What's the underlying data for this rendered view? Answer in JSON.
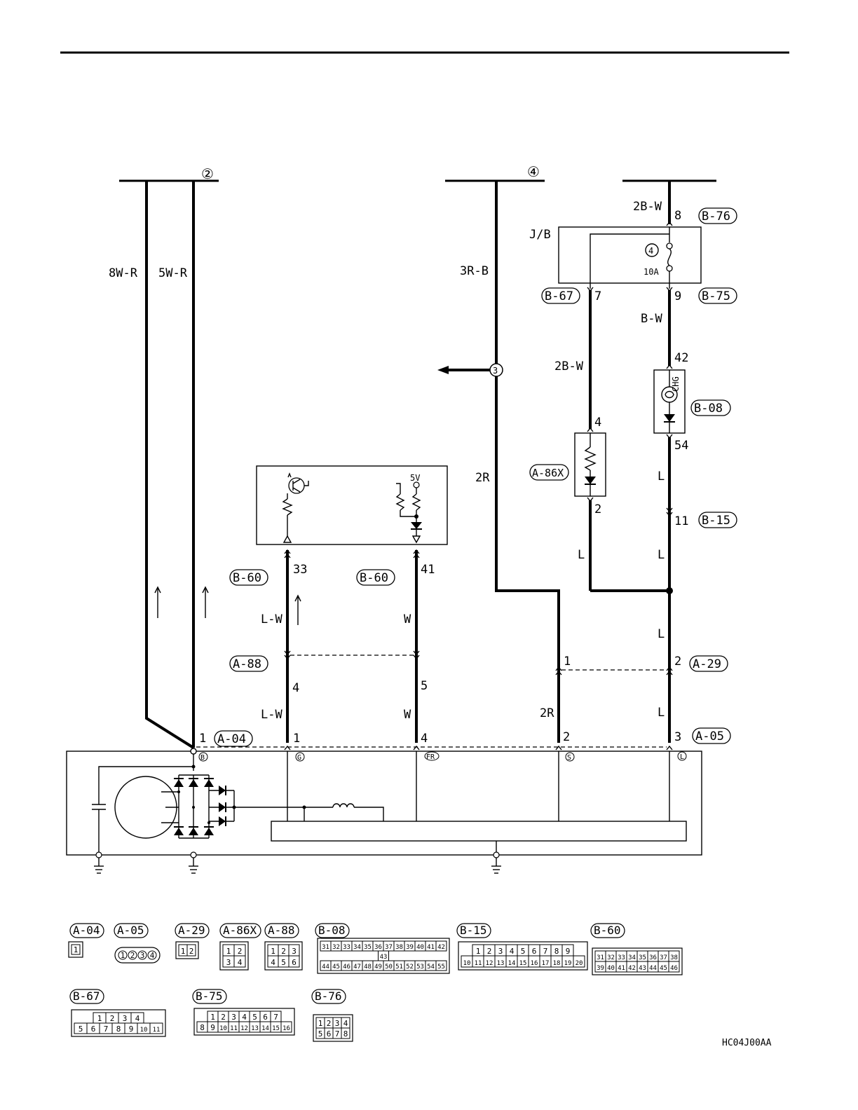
{
  "references": {
    "ref2": "②",
    "ref4": "④",
    "ref3": "3",
    "fuse_no": "4"
  },
  "wires": {
    "w_8wr": "8W-R",
    "w_5wr": "5W-R",
    "w_3rb": "3R-B",
    "w_2bw_top": "2B-W",
    "w_2bw_mid": "2B-W",
    "w_bw": "B-W",
    "w_2r_upper": "2R",
    "w_2r_lower": "2R",
    "w_lw_upper": "L-W",
    "w_lw_lower": "L-W",
    "w_w_upper": "W",
    "w_w_lower": "W",
    "w_l_1": "L",
    "w_l_2": "L",
    "w_l_3": "L",
    "w_l_4": "L",
    "w_l_5": "L"
  },
  "components": {
    "jb": "J/B",
    "fuse_rating": "10A",
    "chg": "CHG",
    "supply_5v": "5V",
    "part_code": "HC04J00AA"
  },
  "connectors_on_diagram": {
    "b76": "B-76",
    "b67": "B-67",
    "b75": "B-75",
    "b08": "B-08",
    "a86x": "A-86X",
    "b15": "B-15",
    "b60_left": "B-60",
    "b60_right": "B-60",
    "a88": "A-88",
    "a29": "A-29",
    "a04": "A-04",
    "a05": "A-05"
  },
  "pins": {
    "p8": "8",
    "p7": "7",
    "p9": "9",
    "p42": "42",
    "p4_a86": "4",
    "p54": "54",
    "p2_a86": "2",
    "p11": "11",
    "p33": "33",
    "p41": "41",
    "p4_a88": "4",
    "p5_a88": "5",
    "p1_a29": "1",
    "p2_a29": "2",
    "p1_a04": "1",
    "p1_a05": "1",
    "p4_a05": "4",
    "p2_a05": "2",
    "p3_a05": "3"
  },
  "terminals": {
    "t_b": "B",
    "t_g": "G",
    "t_fr": "FR",
    "t_s": "S",
    "t_l": "L"
  },
  "legend": {
    "a04": {
      "label": "A-04",
      "rows": [
        [
          "1"
        ]
      ]
    },
    "a05": {
      "label": "A-05",
      "rows": [
        [
          "1",
          "2",
          "3",
          "4"
        ]
      ]
    },
    "a29": {
      "label": "A-29",
      "rows": [
        [
          "1",
          "2"
        ]
      ]
    },
    "a86x": {
      "label": "A-86X",
      "rows": [
        [
          "1",
          "2"
        ],
        [
          "3",
          "4"
        ]
      ]
    },
    "a88": {
      "label": "A-88",
      "rows": [
        [
          "1",
          "2",
          "3"
        ],
        [
          "4",
          "5",
          "6"
        ]
      ]
    },
    "b08": {
      "label": "B-08",
      "rows": [
        [
          "31",
          "32",
          "33",
          "34",
          "35",
          "36",
          "37",
          "38",
          "39",
          "40",
          "41",
          "42"
        ],
        [
          "43"
        ],
        [
          "44",
          "45",
          "46",
          "47",
          "48",
          "49",
          "50",
          "51",
          "52",
          "53",
          "54",
          "55"
        ]
      ]
    },
    "b15": {
      "label": "B-15",
      "rows": [
        [
          "1",
          "2",
          "3",
          "4",
          "5",
          "6",
          "7",
          "8",
          "9"
        ],
        [
          "10",
          "11",
          "12",
          "13",
          "14",
          "15",
          "16",
          "17",
          "18",
          "19",
          "20"
        ]
      ]
    },
    "b60": {
      "label": "B-60",
      "rows": [
        [
          "31",
          "32",
          "33",
          "34",
          "35",
          "36",
          "37",
          "38"
        ],
        [
          "39",
          "40",
          "41",
          "42",
          "43",
          "44",
          "45",
          "46"
        ]
      ]
    },
    "b67": {
      "label": "B-67",
      "rows": [
        [
          "1",
          "2",
          "3",
          "4"
        ],
        [
          "5",
          "6",
          "7",
          "8",
          "9",
          "10",
          "11"
        ]
      ]
    },
    "b75": {
      "label": "B-75",
      "rows": [
        [
          "1",
          "2",
          "3",
          "4",
          "5",
          "6",
          "7"
        ],
        [
          "8",
          "9",
          "10",
          "11",
          "12",
          "13",
          "14",
          "15",
          "16"
        ]
      ]
    },
    "b76": {
      "label": "B-76",
      "rows": [
        [
          "1",
          "2",
          "3",
          "4"
        ],
        [
          "5",
          "6",
          "7",
          "8"
        ]
      ]
    }
  }
}
